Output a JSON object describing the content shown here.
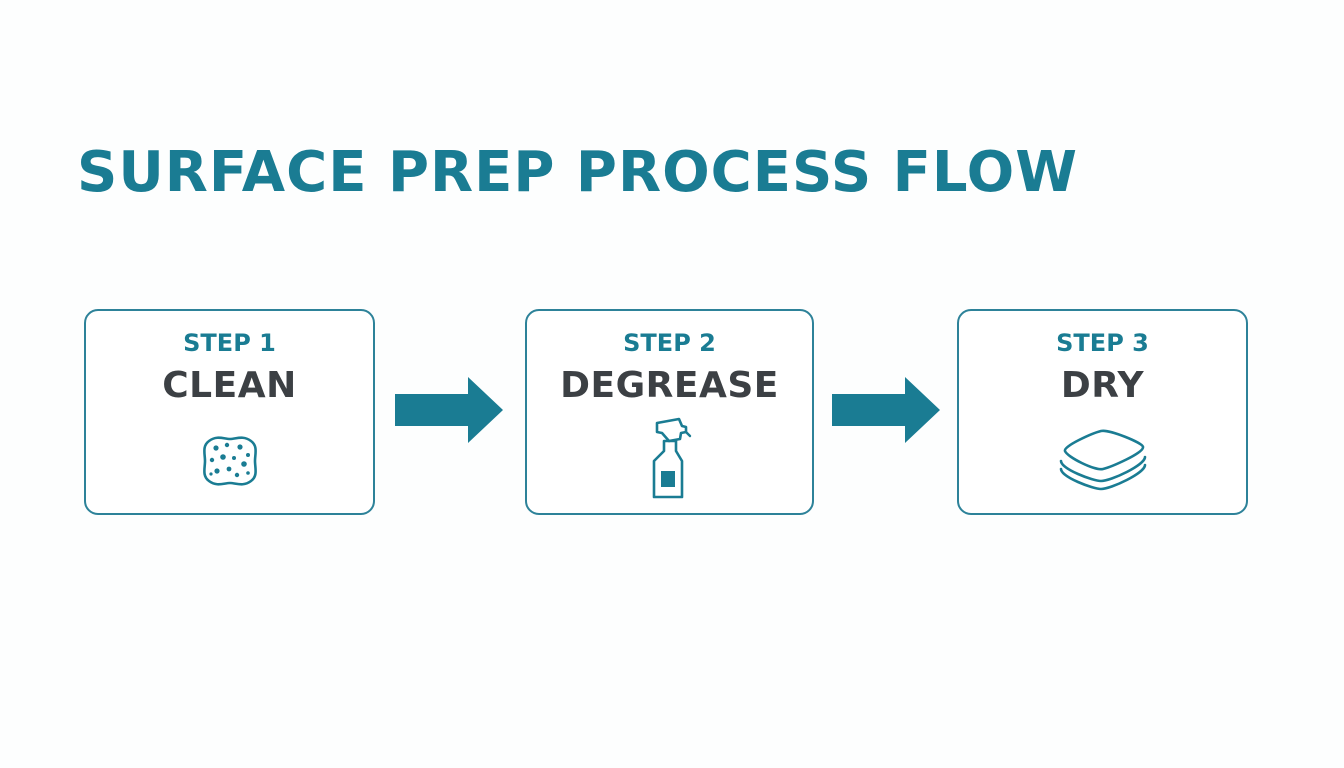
{
  "title": "SURFACE PREP PROCESS FLOW",
  "colors": {
    "accent": "#1a7c93",
    "box_border": "#2d8299",
    "step_name": "#3c4044",
    "background": "#fdfefe"
  },
  "steps": [
    {
      "label": "STEP 1",
      "name": "CLEAN",
      "icon": "sponge-icon"
    },
    {
      "label": "STEP 2",
      "name": "DEGREASE",
      "icon": "spray-bottle-icon"
    },
    {
      "label": "STEP 3",
      "name": "DRY",
      "icon": "stacked-cloths-icon"
    }
  ],
  "connectors": [
    "arrow-right-icon",
    "arrow-right-icon"
  ]
}
